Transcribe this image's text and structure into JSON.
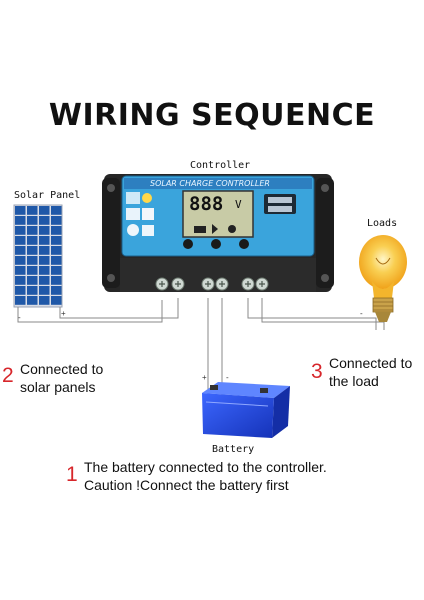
{
  "title": "WIRING SEQUENCE",
  "labels": {
    "controller": "Controller",
    "solar_panel": "Solar Panel",
    "loads": "Loads",
    "battery": "Battery",
    "device_header": "SOLAR CHARGE CONTROLLER",
    "lcd_digits": "888",
    "lcd_unit": "V"
  },
  "steps": [
    {
      "number": "1",
      "line1": "The battery connected to the controller.",
      "line2": "Caution !Connect the battery first"
    },
    {
      "number": "2",
      "line1": "Connected to",
      "line2": "solar panels"
    },
    {
      "number": "3",
      "line1": "Connected to",
      "line2": "the load"
    }
  ],
  "colors": {
    "panel_blue": "#1f58a8",
    "controller_body": "#262626",
    "controller_face": "#3aa4dc",
    "battery_blue": "#1e3fd6",
    "bulb_glow": "#f6b323",
    "step_number": "#d7262b"
  }
}
